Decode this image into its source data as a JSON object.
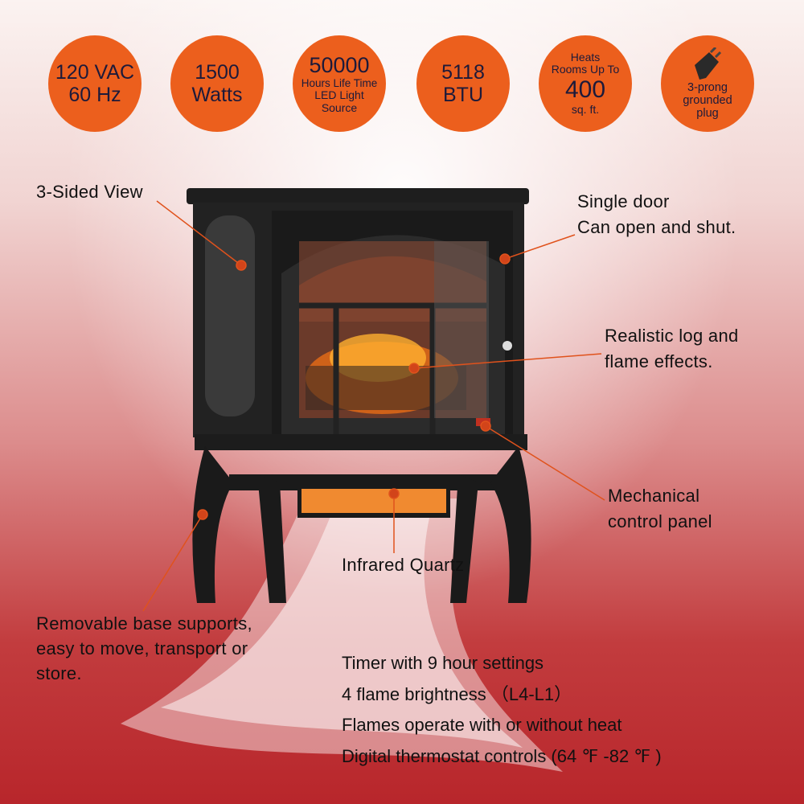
{
  "specs": [
    {
      "lines": [
        "120 VAC",
        "60 Hz"
      ]
    },
    {
      "lines": [
        "1500",
        "Watts"
      ]
    },
    {
      "lines": [
        "50000",
        "Hours Life Time",
        "LED Light",
        "Source"
      ]
    },
    {
      "lines": [
        "5118",
        "BTU"
      ]
    },
    {
      "lines": [
        "Heats",
        "Rooms Up To",
        "400",
        "sq. ft."
      ]
    },
    {
      "icon": "plug-icon",
      "lines": [
        "3-prong",
        "grounded",
        "plug"
      ]
    }
  ],
  "callouts": {
    "three_sided": "3-Sided View",
    "door": [
      "Single door",
      "Can open and shut."
    ],
    "flame": [
      "Realistic log and",
      "flame effects."
    ],
    "control": [
      "Mechanical",
      "control panel"
    ],
    "infrared": "Infrared Quartz",
    "base": [
      "Removable base supports,",
      "easy to move, transport or",
      "store."
    ]
  },
  "features": [
    "Timer with 9 hour settings",
    "4 flame brightness （L4-L1）",
    "Flames operate with or without heat",
    "Digital thermostat controls (64 ℉ -82 ℉ )"
  ],
  "colors": {
    "badge": "#ec5f1d",
    "leader": "#e0521c",
    "background_bottom": "#b8262b"
  }
}
